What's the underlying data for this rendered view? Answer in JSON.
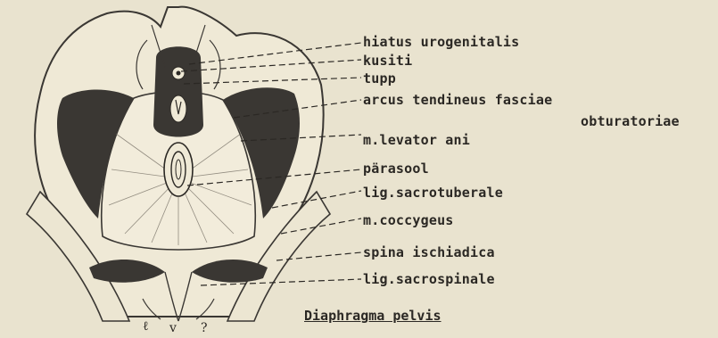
{
  "labels": [
    {
      "id": "hiatus",
      "text": "hiatus urogenitalis"
    },
    {
      "id": "kusiti",
      "text": "kusiti"
    },
    {
      "id": "tupp",
      "text": "tupp"
    },
    {
      "id": "arcus",
      "text": "arcus tendineus fasciae"
    },
    {
      "id": "obturatoriae",
      "text": "obturatoriae"
    },
    {
      "id": "levator",
      "text": "m.levator ani"
    },
    {
      "id": "parasool",
      "text": "pärasool"
    },
    {
      "id": "sacrotuberale",
      "text": "lig.sacrotuberale"
    },
    {
      "id": "coccygeus",
      "text": "m.coccygeus"
    },
    {
      "id": "spina",
      "text": "spina ischiadica"
    },
    {
      "id": "sacrospinale",
      "text": "lig.sacrospinale"
    }
  ],
  "caption": "Diaphragma pelvis",
  "colors": {
    "paper": "#e9e3cf",
    "ink": "#2b2824",
    "shade": "#3a3733"
  }
}
